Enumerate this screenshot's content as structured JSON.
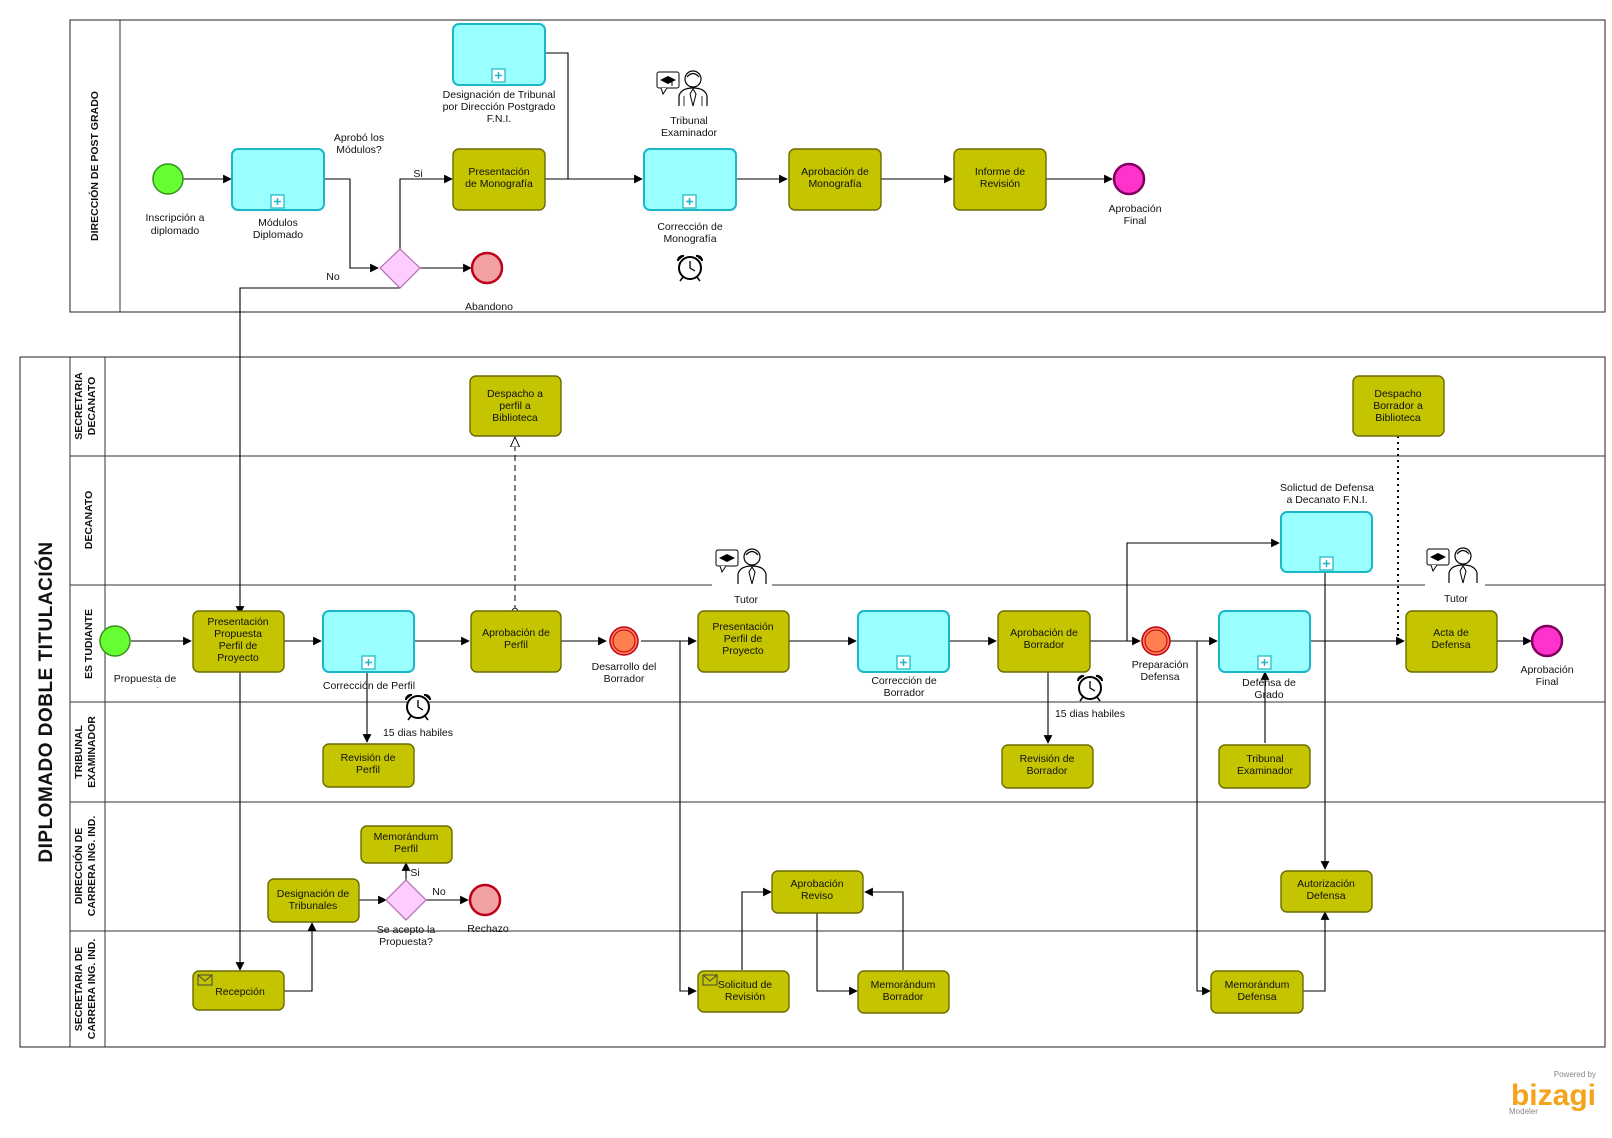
{
  "pools": {
    "top": {
      "lane_label": "DIRECCIÓN DE POST GRADO"
    },
    "main": {
      "title": "DIPLOMADO  DOBLE  TITULACIÓN",
      "lanes": {
        "secretaria_decanato": [
          "SECRETARIA",
          "DECANATO"
        ],
        "decanato": [
          "DECANATO"
        ],
        "estudiante": [
          "ES TUDIANTE"
        ],
        "tribunal": [
          "TRIBUNAL",
          "EXAMINADOR"
        ],
        "direccion_carrera": [
          "DIRECCIÓN DE",
          "CARRERA ING. IND."
        ],
        "secretaria_carrera": [
          "SECRETARIA DE",
          "CARRERA ING. IND."
        ]
      }
    }
  },
  "top": {
    "start_label": [
      "Inscripción a",
      "diplomado"
    ],
    "modulos": [
      "Módulos",
      "Diplomado"
    ],
    "gateway_question": [
      "Aprobó los",
      "Módulos?"
    ],
    "yes": "Si",
    "no": "No",
    "abandono": "Abandono",
    "designacion": [
      "Designación de Tribunal",
      "por Dirección Postgrado",
      "F.N.I."
    ],
    "presentacion_monografia": [
      "Presentación",
      "de Monografía"
    ],
    "tribunal_examinador": [
      "Tribunal",
      "Examinador"
    ],
    "correccion_monografia": [
      "Corrección de",
      "Monografía"
    ],
    "aprobacion_monografia": [
      "Aprobación de",
      "Monografía"
    ],
    "informe_revision": [
      "Informe de",
      "Revisión"
    ],
    "aprobacion_final": [
      "Aprobación",
      "Final"
    ]
  },
  "main": {
    "despacho_perfil": [
      "Despacho a",
      "perfil a",
      "Biblioteca"
    ],
    "despacho_borrador": [
      "Despacho",
      "Borrador a",
      "Biblioteca"
    ],
    "solicitud_defensa": [
      "Solictud de Defensa",
      "a Decanato F.N.I."
    ],
    "propuesta_start": [
      "Propuesta de",
      "proyecto"
    ],
    "presentacion_propuesta": [
      "Presentación",
      "Propuesta",
      "Perfil de",
      "Proyecto"
    ],
    "correccion_perfil": "Corrección de Perfil",
    "aprobacion_perfil": [
      "Aprobación de",
      "Perfil"
    ],
    "desarrollo_borrador": [
      "Desarrollo del",
      "Borrador"
    ],
    "tutor": "Tutor",
    "presentacion_perfil": [
      "Presentación",
      "Perfil de",
      "Proyecto"
    ],
    "correccion_borrador": [
      "Corrección de",
      "Borrador"
    ],
    "aprobacion_borrador": [
      "Aprobación de",
      "Borrador"
    ],
    "preparacion_defensa": [
      "Preparación",
      "Defensa"
    ],
    "defensa_grado": [
      "Defensa de",
      "Grado"
    ],
    "tutor2": "Tutor",
    "acta_defensa": [
      "Acta de",
      "Defensa"
    ],
    "aprobacion_final": [
      "Aprobación",
      "Final"
    ],
    "dias_1": "15 dias habiles",
    "dias_2": "15 dias habiles",
    "revision_perfil": [
      "Revisión de",
      "Perfil"
    ],
    "revision_borrador": [
      "Revisión de",
      "Borrador"
    ],
    "tribunal_examinador": [
      "Tribunal",
      "Examinador"
    ],
    "memorandum_perfil": [
      "Memorándum",
      "Perfil"
    ],
    "designacion_tribunales": [
      "Designación de",
      "Tribunales"
    ],
    "gateway_question": [
      "Se acepto la",
      "Propuesta?"
    ],
    "yes": "Si",
    "no": "No",
    "rechazo": "Rechazo",
    "aprobacion_reviso": [
      "Aprobación",
      "Reviso"
    ],
    "autorizacion_defensa": [
      "Autorización",
      "Defensa"
    ],
    "recepcion": "Recepción",
    "solicitud_revision": [
      "Solicitud de",
      "Revisión"
    ],
    "memorandum_borrador": [
      "Memorándum",
      "Borrador"
    ],
    "memorandum_defensa": [
      "Memorándum",
      "Defensa"
    ]
  },
  "brand": {
    "powered": "Powered by",
    "name": "bizagi",
    "product": "Modeler"
  },
  "colors": {
    "task_olive": "#c4c400",
    "task_cyan": "#99ffff",
    "start_event": "#66ff33",
    "end_event": "#ff33cc",
    "terminate_event": "#f2a2a2",
    "intermediate_event": "#ff7f50",
    "gateway": "#ffccff"
  }
}
